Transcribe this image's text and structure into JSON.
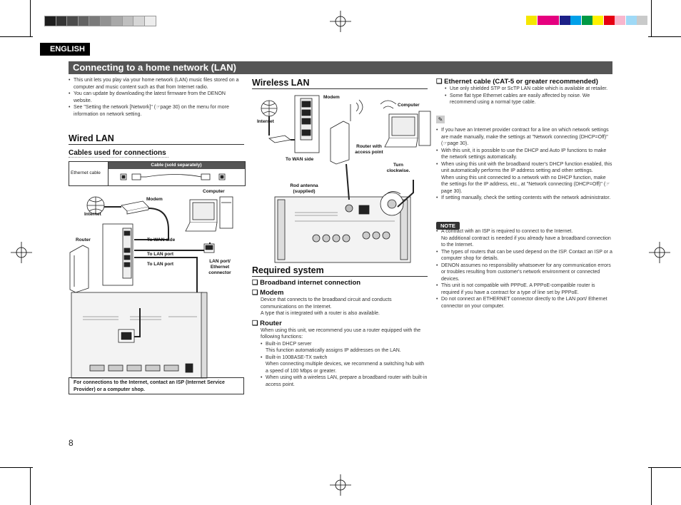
{
  "colors": {
    "header_bg": "#555555",
    "swatches_gray": [
      "#1e1e1e",
      "#353535",
      "#4c4c4c",
      "#636363",
      "#7a7a7a",
      "#919191",
      "#a8a8a8",
      "#bfbfbf",
      "#d6d6d6",
      "#ededed"
    ],
    "swatches_color": [
      "#f5e600",
      "#e6007e",
      "#e4007f",
      "#1d2088",
      "#00a0e9",
      "#009944",
      "#fff100",
      "#e60012",
      "#f8b6cd",
      "#9fd9f6",
      "#c9caca"
    ]
  },
  "language_tab": "ENGLISH",
  "section_title": "Connecting to a home network (LAN)",
  "intro_bullets": [
    "This unit lets you play via your home network (LAN) music files stored on a computer and music content such as that from Internet radio.",
    "You can update by downloading the latest firmware from the DENON website.",
    "See \"Setting the network [Network]\" (☞page 30) on the menu for more information on network setting."
  ],
  "wired": {
    "title": "Wired LAN",
    "cables_title": "Cables used for connections",
    "cable_table_header": "Cable (sold separately)",
    "cable_row_label": "Ethernet cable",
    "labels": {
      "modem": "Modem",
      "internet": "Internet",
      "computer": "Computer",
      "router": "Router",
      "to_wan": "To WAN side",
      "to_lan1": "To LAN port",
      "to_lan2": "To LAN port",
      "lan_port": "LAN port/ Ethernet connector"
    },
    "isp_note": "For connections to the Internet, contact an ISP (Internet Service Provider) or a computer shop."
  },
  "wireless": {
    "title": "Wireless LAN",
    "labels": {
      "modem": "Modem",
      "internet": "Internet",
      "computer": "Computer",
      "to_wan": "To WAN side",
      "router_ap": "Router with access point",
      "turn": "Turn clockwise.",
      "rod": "Rod antenna (supplied)"
    }
  },
  "required": {
    "title": "Required system",
    "broadband_title": "Broadband internet connection",
    "modem_title": "Modem",
    "modem_text": "Device that connects to the broadband circuit and conducts communications on the Internet.",
    "modem_text2": "A type that is integrated with a router is also available.",
    "router_title": "Router",
    "router_text": "When using this unit, we recommend you use a router equipped with the following functions:",
    "router_bullets": [
      "Built-in DHCP server",
      "Built-in 100BASE-TX switch",
      "When using with a wireless LAN, prepare a broadband router with built-in access point."
    ],
    "router_sub1": "This function automatically assigns IP addresses on the LAN.",
    "router_sub2": "When connecting multiple devices, we recommend a switching hub with a speed of 100 Mbps or greater."
  },
  "ethernet": {
    "title": "Ethernet cable (CAT-5 or greater recommended)",
    "bullets": [
      "Use only shielded STP or ScTP LAN cable which is available at retailer.",
      "Some flat type Ethernet cables are easily affected by noise. We recommend using a normal type cable."
    ]
  },
  "memo_bullets": [
    "If you have an Internet provider contract for a line on which network settings are made manually, make the settings at \"Network connecting (DHCP=Off)\" (☞page 30).",
    "With this unit, it is possible to use the DHCP and Auto IP functions to make the network settings automatically.",
    "When using this unit with the broadband router's DHCP function enabled, this unit automatically performs the IP address setting and other settings.",
    "If setting manually, check the setting contents with the network administrator."
  ],
  "memo_cont": "When using this unit connected to a network with no DHCP function, make the settings for the IP address, etc., at \"Network connecting (DHCP=Off)\" (☞page 30).",
  "note_label": "NOTE",
  "note_bullets": [
    "A contract with an ISP is required to connect to the Internet.",
    "The types of routers that can be used depend on the ISP. Contact an ISP or a computer shop for details.",
    "DENON assumes no responsibility whatsoever for any communication errors or troubles resulting from customer's network environment or connected devices.",
    "This unit is not compatible with PPPoE. A PPPoE-compatible router is required if you have a contract for a type of line set by PPPoE.",
    "Do not connect an ETHERNET connector directly to the LAN port/ Ethernet connector on your computer."
  ],
  "note_sub": "No additional contract is needed if you already have a broadband connection to the Internet.",
  "page_number": "8"
}
